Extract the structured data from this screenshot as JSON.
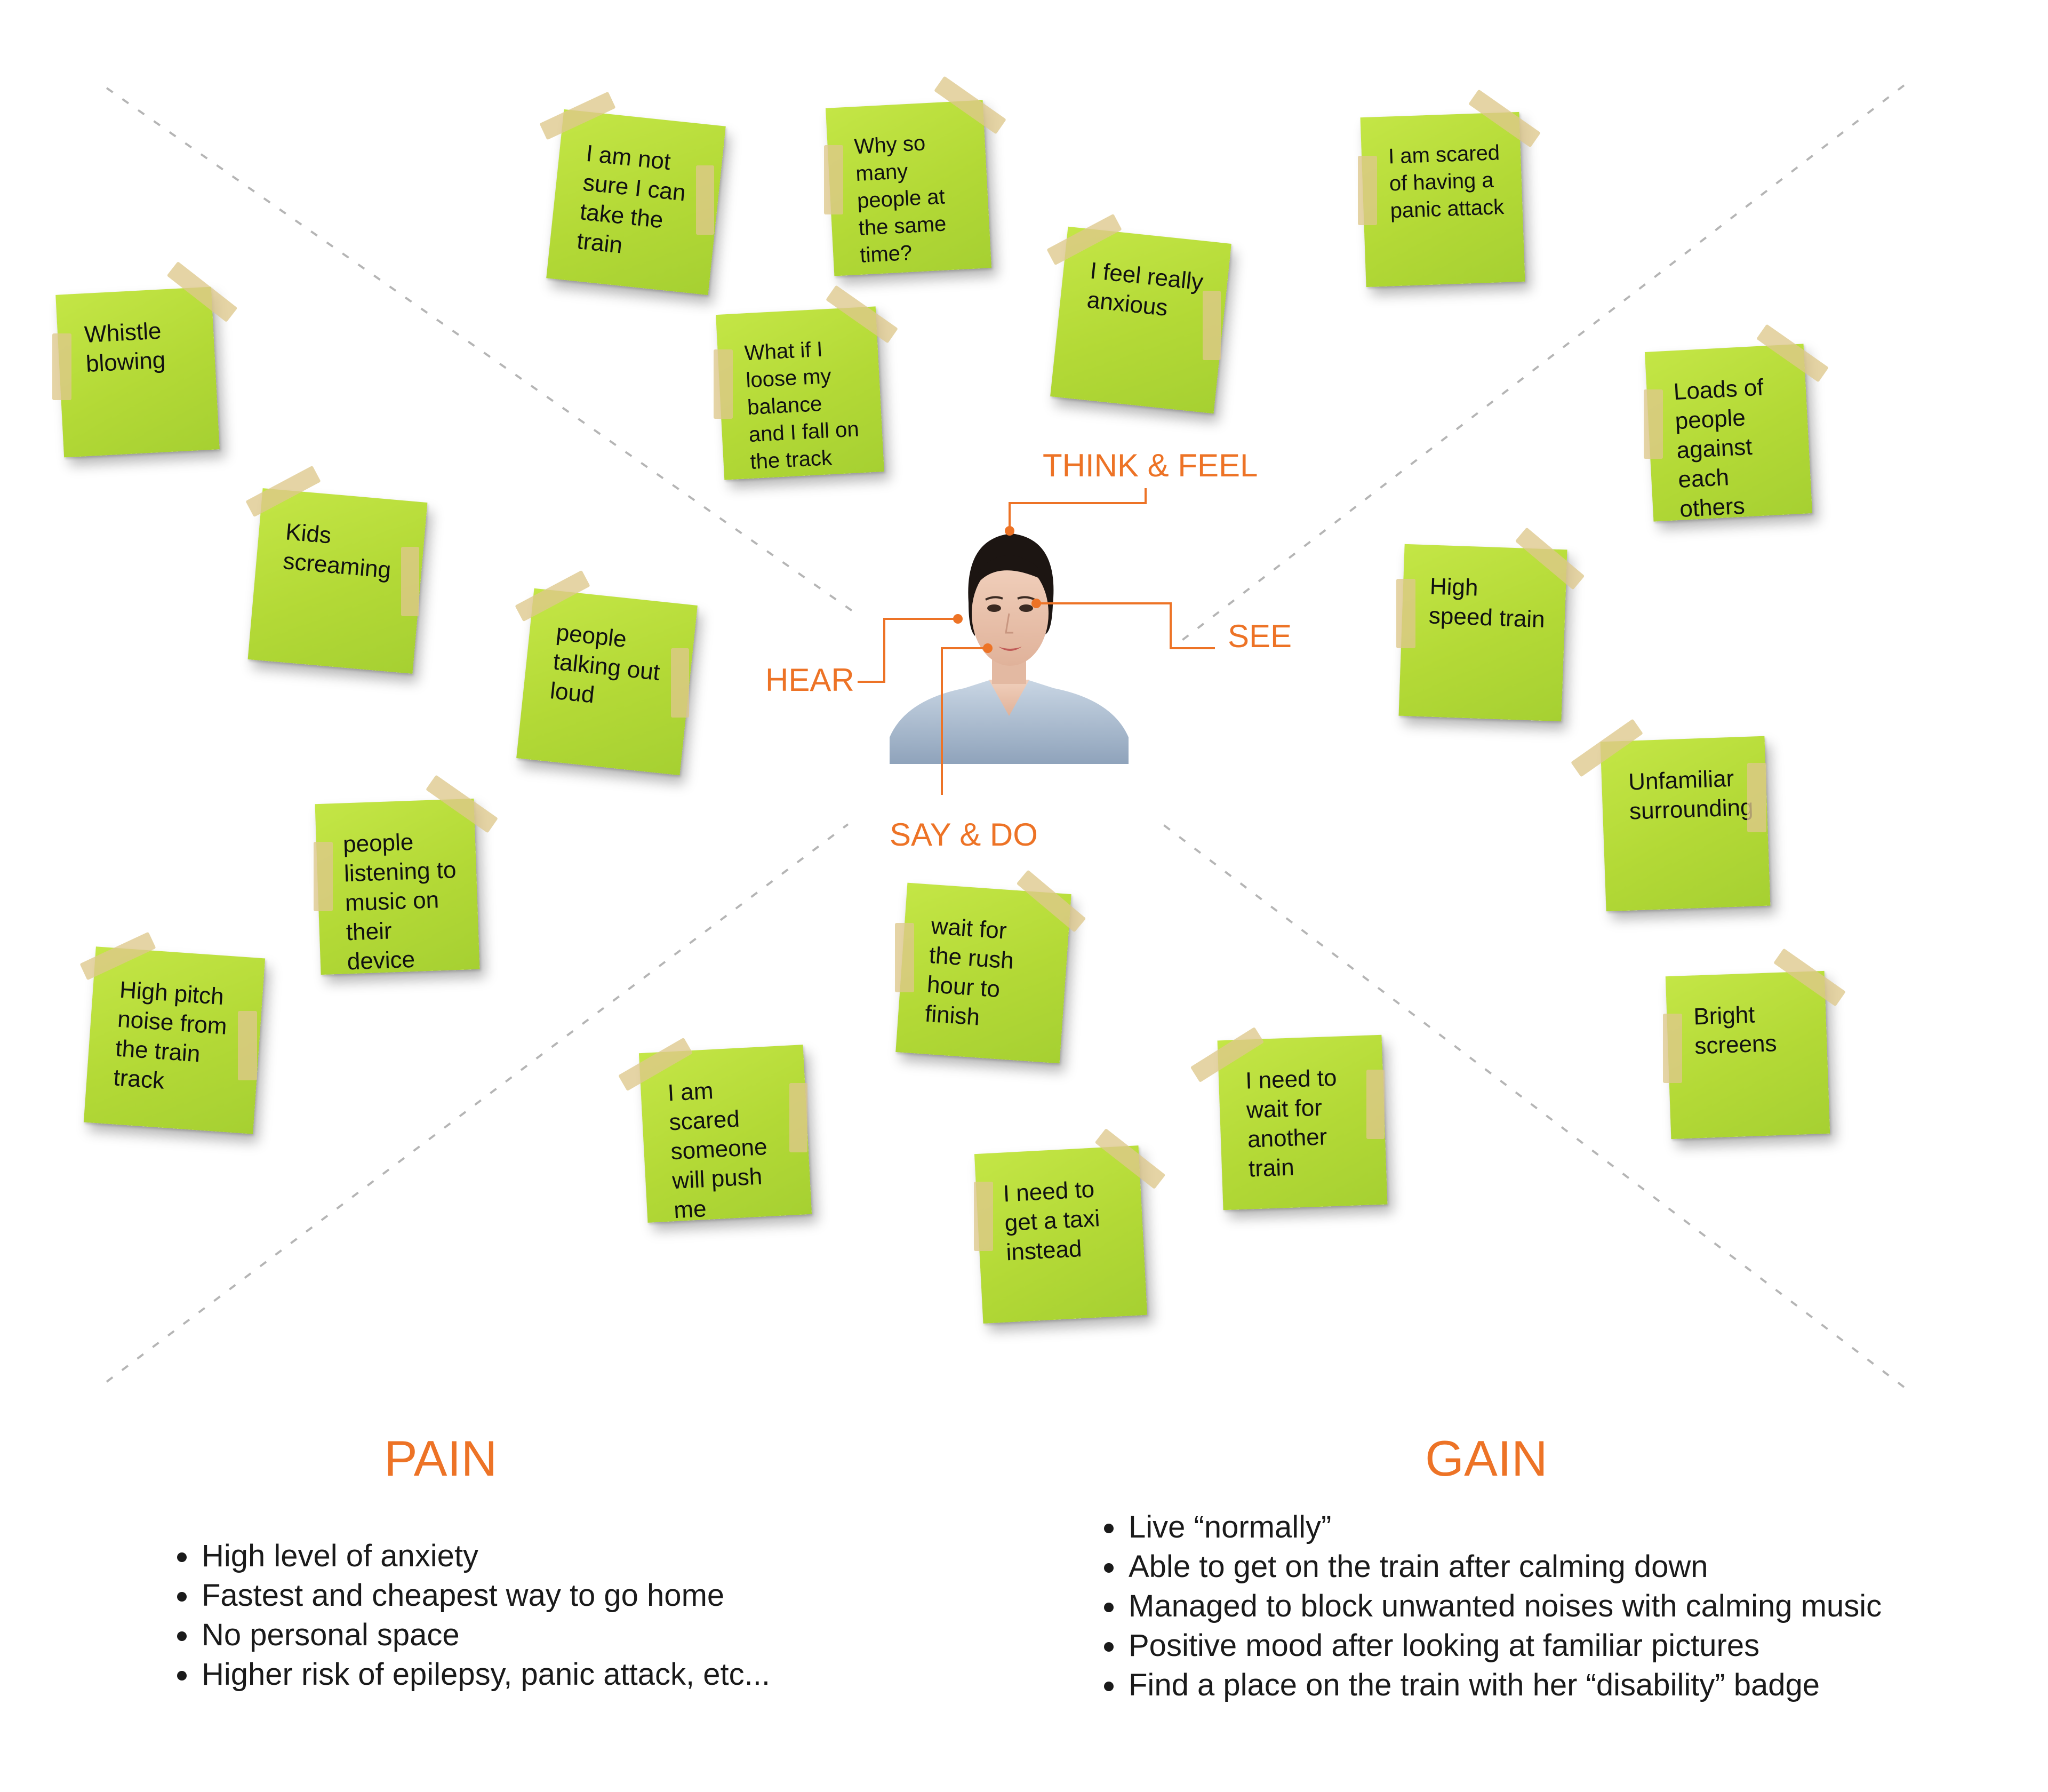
{
  "labels": {
    "think_feel": "THINK & FEEL",
    "see": "SEE",
    "hear": "HEAR",
    "say_do": "SAY & DO"
  },
  "notes": [
    {
      "id": "whistle",
      "text": "Whistle\nblowing"
    },
    {
      "id": "kids",
      "text": "Kids\nscreaming"
    },
    {
      "id": "talking",
      "text": "people\ntalking out\nloud"
    },
    {
      "id": "music",
      "text": "people\nlistening to\nmusic on\ntheir device"
    },
    {
      "id": "pitch",
      "text": "High pitch\nnoise from\nthe train\ntrack"
    },
    {
      "id": "notsure",
      "text": "I am not\nsure I can\ntake the\ntrain"
    },
    {
      "id": "whyso",
      "text": "Why so\nmany\npeople at\nthe same\ntime?"
    },
    {
      "id": "whatif",
      "text": "What if I\nloose my\nbalance\nand I fall on\nthe track"
    },
    {
      "id": "anxious",
      "text": "I feel really\nanxious"
    },
    {
      "id": "scared",
      "text": "I am scared\nof having a\npanic attack"
    },
    {
      "id": "loads",
      "text": "Loads of\npeople\nagainst\neach\nothers"
    },
    {
      "id": "highspeed",
      "text": "High\nspeed train"
    },
    {
      "id": "unfamiliar",
      "text": "Unfamiliar\nsurrounding"
    },
    {
      "id": "bright",
      "text": "Bright\nscreens"
    },
    {
      "id": "rush",
      "text": "wait for\nthe rush\nhour to\nfinish"
    },
    {
      "id": "push",
      "text": "I am\nscared\nsomeone\nwill push\nme"
    },
    {
      "id": "taxi",
      "text": "I need to\nget a taxi\ninstead"
    },
    {
      "id": "another",
      "text": "I need to\nwait for\nanother\ntrain"
    }
  ],
  "pain": {
    "title": "PAIN",
    "items": [
      "High level of anxiety",
      "Fastest and cheapest way to go home",
      "No personal space",
      "Higher risk of epilepsy, panic attack, etc..."
    ]
  },
  "gain": {
    "title": "GAIN",
    "items": [
      "Live “normally”",
      "Able to get on the train after calming down",
      "Managed to block unwanted noises with calming music",
      "Positive mood after looking at familiar pictures",
      "Find a place on the train with her “disability” badge"
    ]
  },
  "colors": {
    "accent": "#ed7326",
    "note": "#b3d936",
    "tape": "#dec88c",
    "text": "#1a1a1a"
  }
}
